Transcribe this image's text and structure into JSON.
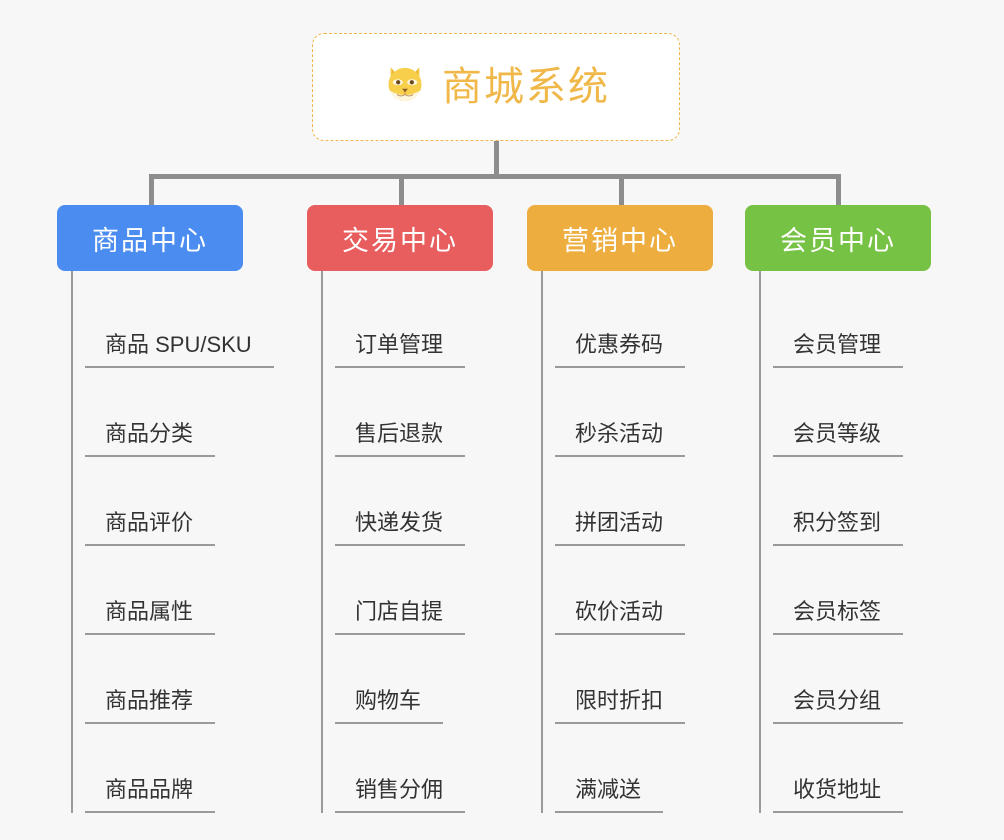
{
  "diagram": {
    "type": "organization-tree",
    "background_color": "#f7f7f7",
    "root": {
      "title": "商城系统",
      "icon": "shiba-dog-face-icon",
      "icon_glyph": "🐕",
      "border_color": "#efb54a",
      "text_color": "#f0b849",
      "background_color": "#ffffff"
    },
    "connector_color": "#8d8d8d",
    "leaf_line_color": "#9a9a9a",
    "leaf_text_color": "#333333",
    "categories": [
      {
        "label": "商品中心",
        "color": "#4a8cf0",
        "items": [
          "商品 SPU/SKU",
          "商品分类",
          "商品评价",
          "商品属性",
          "商品推荐",
          "商品品牌"
        ]
      },
      {
        "label": "交易中心",
        "color": "#e85d5d",
        "items": [
          "订单管理",
          "售后退款",
          "快递发货",
          "门店自提",
          "购物车",
          "销售分佣"
        ]
      },
      {
        "label": "营销中心",
        "color": "#edae3f",
        "items": [
          "优惠券码",
          "秒杀活动",
          "拼团活动",
          "砍价活动",
          "限时折扣",
          "满减送"
        ]
      },
      {
        "label": "会员中心",
        "color": "#76c244",
        "items": [
          "会员管理",
          "会员等级",
          "积分签到",
          "会员标签",
          "会员分组",
          "收货地址"
        ]
      }
    ]
  }
}
